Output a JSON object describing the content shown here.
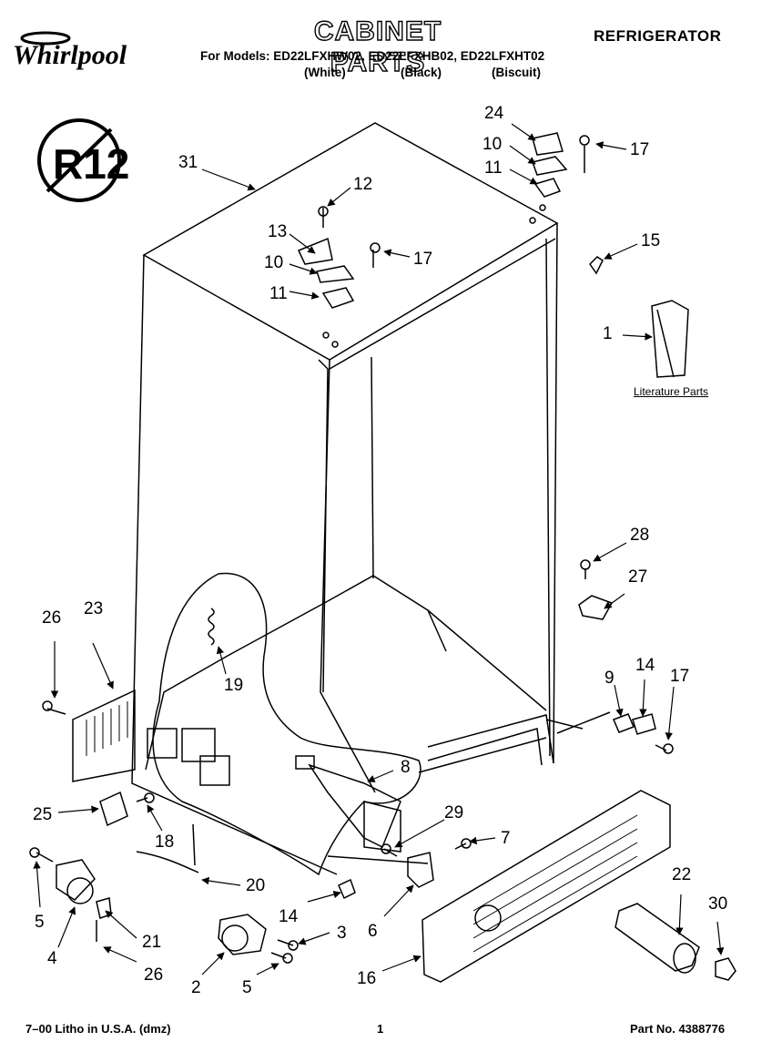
{
  "header": {
    "brand": "Whirlpool",
    "title": "CABINET PARTS",
    "product": "REFRIGERATOR",
    "models_line": "For Models: ED22LFXHW02, ED22LFXHB02, ED22LFXHT02",
    "variants": [
      "(White)",
      "(Black)",
      "(Biscuit)"
    ],
    "badge_text": "R12"
  },
  "literature_label": "Literature Parts",
  "callouts": [
    {
      "id": "31",
      "label": "31"
    },
    {
      "id": "24",
      "label": "24"
    },
    {
      "id": "10a",
      "label": "10"
    },
    {
      "id": "17a",
      "label": "17"
    },
    {
      "id": "11a",
      "label": "11"
    },
    {
      "id": "12",
      "label": "12"
    },
    {
      "id": "13",
      "label": "13"
    },
    {
      "id": "17b",
      "label": "17"
    },
    {
      "id": "10b",
      "label": "10"
    },
    {
      "id": "11b",
      "label": "11"
    },
    {
      "id": "15",
      "label": "15"
    },
    {
      "id": "1",
      "label": "1"
    },
    {
      "id": "28",
      "label": "28"
    },
    {
      "id": "27",
      "label": "27"
    },
    {
      "id": "26a",
      "label": "26"
    },
    {
      "id": "23",
      "label": "23"
    },
    {
      "id": "19",
      "label": "19"
    },
    {
      "id": "9",
      "label": "9"
    },
    {
      "id": "14a",
      "label": "14"
    },
    {
      "id": "17c",
      "label": "17"
    },
    {
      "id": "8",
      "label": "8"
    },
    {
      "id": "25",
      "label": "25"
    },
    {
      "id": "18",
      "label": "18"
    },
    {
      "id": "29",
      "label": "29"
    },
    {
      "id": "7",
      "label": "7"
    },
    {
      "id": "20",
      "label": "20"
    },
    {
      "id": "22",
      "label": "22"
    },
    {
      "id": "30",
      "label": "30"
    },
    {
      "id": "5a",
      "label": "5"
    },
    {
      "id": "14b",
      "label": "14"
    },
    {
      "id": "3",
      "label": "3"
    },
    {
      "id": "6",
      "label": "6"
    },
    {
      "id": "21",
      "label": "21"
    },
    {
      "id": "4",
      "label": "4"
    },
    {
      "id": "26b",
      "label": "26"
    },
    {
      "id": "16",
      "label": "16"
    },
    {
      "id": "2",
      "label": "2"
    },
    {
      "id": "5b",
      "label": "5"
    }
  ],
  "footer": {
    "left": "7–00 Litho in U.S.A. (dmz)",
    "page": "1",
    "part_no": "Part No. 4388776"
  }
}
